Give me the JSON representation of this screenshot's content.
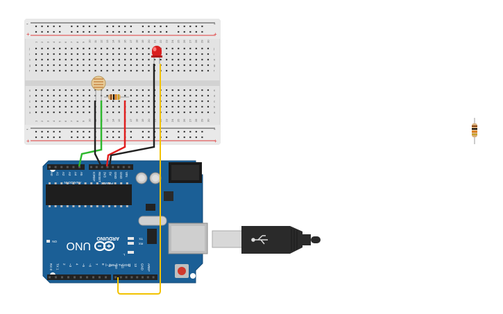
{
  "breadboard": {
    "rail_top_minus": "-",
    "rail_top_plus": "+",
    "rail_bottom_minus": "-",
    "rail_bottom_plus": "+",
    "row_letters_top": [
      "j",
      "i",
      "h",
      "g",
      "f"
    ],
    "row_letters_bottom": [
      "e",
      "d",
      "c",
      "b",
      "a"
    ],
    "column_count": 30
  },
  "arduino": {
    "brand": "ARDUINO",
    "model": "UNO",
    "on_label": "ON",
    "tx_label": "TX",
    "rx_label": "RX",
    "l_label": "L",
    "analog_label": "ANALOG IN",
    "power_label": "POWER",
    "digital_label": "DIGITAL (PWM ~)",
    "analog_pins": [
      "A0",
      "A1",
      "A2",
      "A3",
      "A4",
      "A5"
    ],
    "power_pins": [
      "IOREF",
      "RESET",
      "3V3",
      "5V",
      "GND",
      "GND",
      "VIN"
    ],
    "digital_pins": [
      "AREF",
      "GND",
      "13",
      "12",
      "~11",
      "~10",
      "~9",
      "8",
      "7",
      "~6",
      "~5",
      "4",
      "~3",
      "2",
      "TX 1",
      "RX 0"
    ]
  },
  "colors": {
    "breadboard": "#e3e3e3",
    "rail_red": "#e03a3a",
    "rail_black": "#444444",
    "board": "#1b5f96",
    "wire_green": "#2eb82e",
    "wire_black": "#222222",
    "wire_red": "#e01e1e",
    "wire_yellow": "#f2c200",
    "led": "#d91f1f"
  }
}
